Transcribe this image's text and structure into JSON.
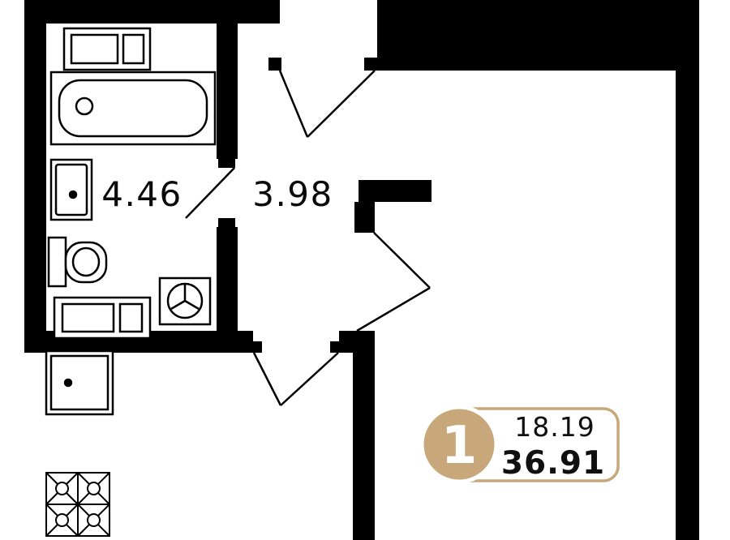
{
  "floor_plan": {
    "rooms": [
      {
        "id": "bathroom",
        "area_label": "4.46"
      },
      {
        "id": "hallway",
        "area_label": "3.98"
      }
    ],
    "info_badge": {
      "rooms_count": "1",
      "living_area": "18.19",
      "total_area": "36.91"
    },
    "colors": {
      "walls": "#000000",
      "background": "#ffffff",
      "badge_accent": "#c8a87a",
      "badge_text": "#101010",
      "badge_number_text": "#ffffff"
    },
    "fixtures": [
      {
        "id": "washing-machine-top"
      },
      {
        "id": "bathtub"
      },
      {
        "id": "sink"
      },
      {
        "id": "toilet"
      },
      {
        "id": "extractor-fan"
      },
      {
        "id": "washing-machine-bottom"
      },
      {
        "id": "shower-tray"
      },
      {
        "id": "floor-tiles"
      }
    ]
  }
}
